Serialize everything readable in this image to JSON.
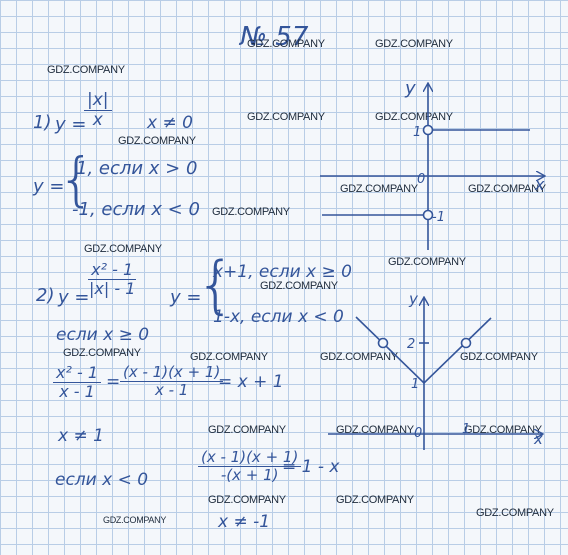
{
  "title": "№ 57",
  "watermark": "GDZ.COMPANY",
  "part1": {
    "number": "1)",
    "y_label": "y =",
    "fraction": {
      "num": "|x|",
      "den": "x"
    },
    "condition": "x ≠ 0",
    "piece_y": "y =",
    "case1": "1, если x > 0",
    "case2": "-1, если x < 0"
  },
  "part2": {
    "number": "2)",
    "y_label": "y =",
    "fraction": {
      "num": "x² - 1",
      "den": "|x| - 1"
    },
    "piece_y": "y =",
    "case1": "x+1, если x ≥ 0",
    "case2": "1-x, если x < 0",
    "if_pos": "если x ≥ 0",
    "calc_pos": {
      "f1": {
        "num": "x² - 1",
        "den": "x - 1"
      },
      "eq": "=",
      "f2": {
        "num": "(x - 1)(x + 1)",
        "den": "x - 1"
      },
      "result": "= x + 1"
    },
    "neq1": "x ≠ 1",
    "if_neg": "если  x < 0",
    "calc_neg": {
      "f": {
        "num": "(x - 1)(x + 1)",
        "den": "-(x + 1)"
      },
      "result": "= 1 - x"
    },
    "neqm1": "x ≠ -1"
  },
  "graph1": {
    "y_axis": "y",
    "x_axis": "x",
    "origin": "0",
    "tick_up": "1",
    "tick_down": "-1"
  },
  "graph2": {
    "y_axis": "y",
    "x_axis": "x",
    "origin": "0",
    "tick_2": "2",
    "tick_1": "1",
    "tick_x1": "1"
  }
}
